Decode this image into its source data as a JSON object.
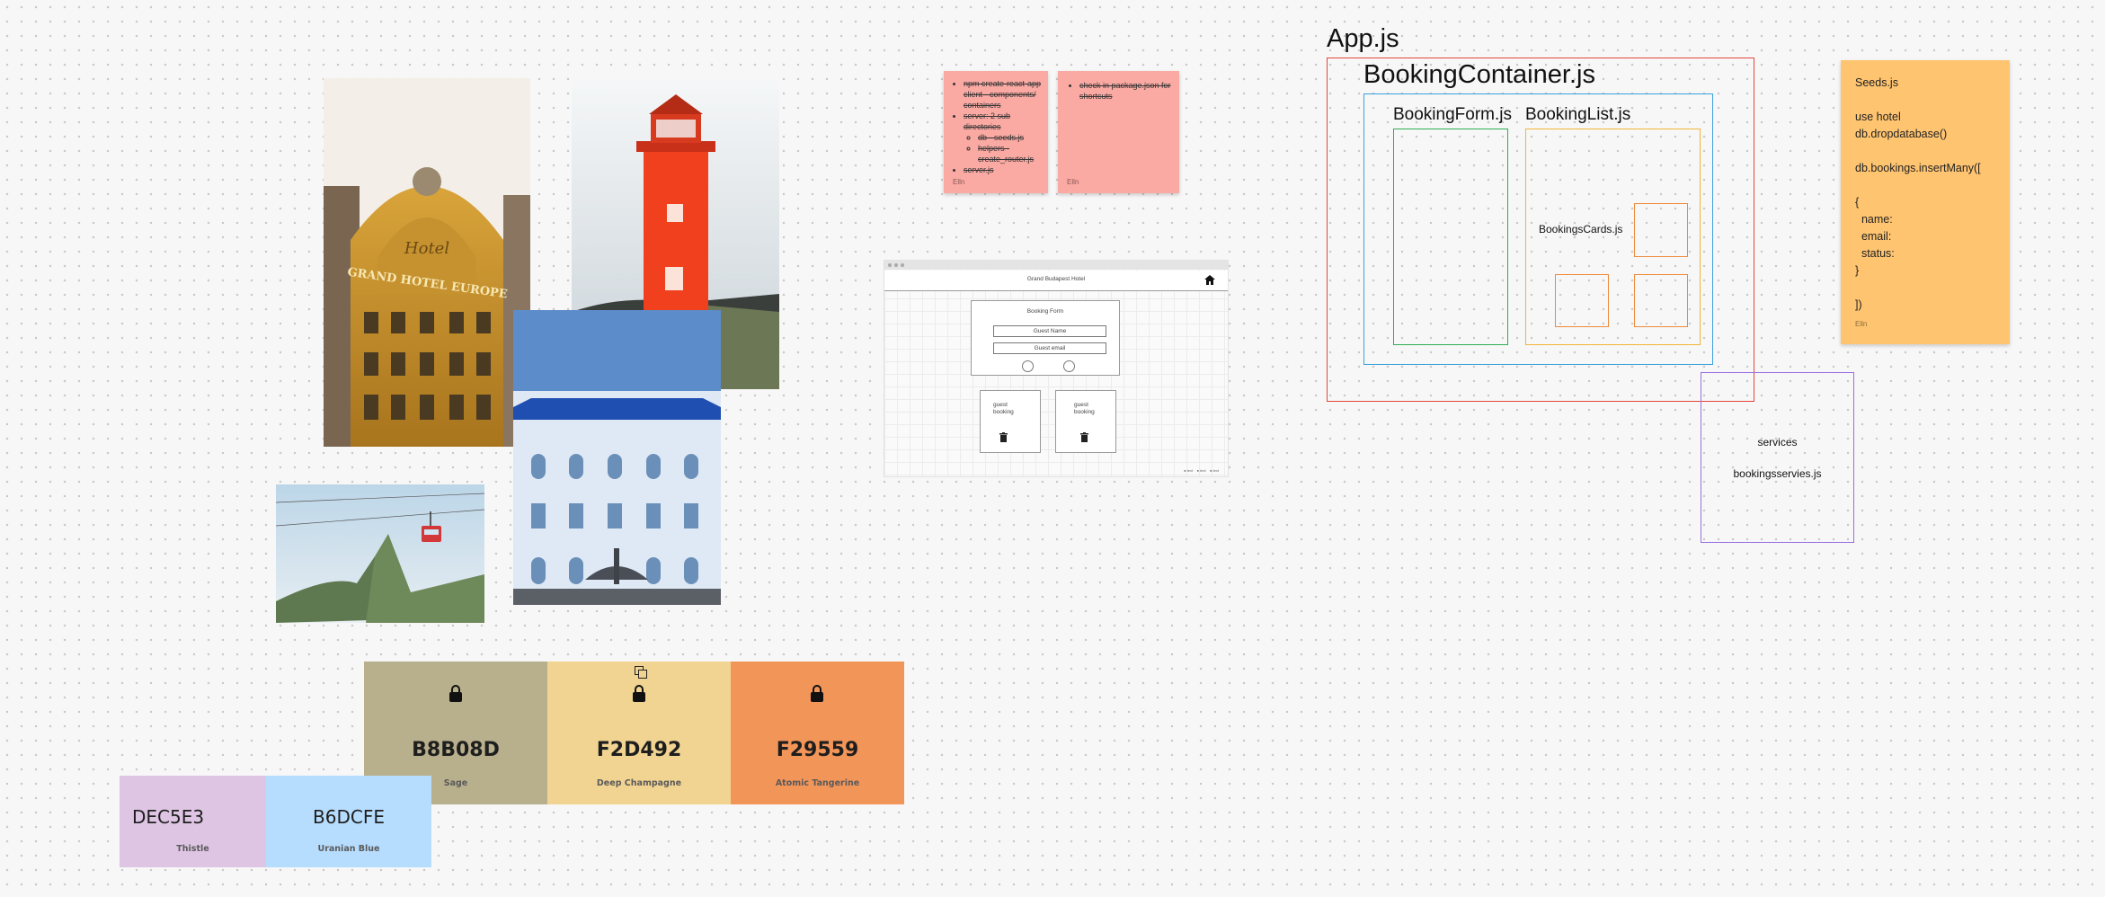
{
  "stickies": {
    "setup_notes": {
      "items": [
        "npm create-react-app client - components/ containers",
        "server: 2 sub directories"
      ],
      "subitems": [
        "db - seeds.js",
        "helpers - create_router.js"
      ],
      "last": "server.js",
      "author": "Elln"
    },
    "shortcut_note": {
      "items": [
        "check in package.json for shortcuts"
      ],
      "author": "Elln"
    },
    "seeds": {
      "lines": [
        "Seeds.js",
        "",
        "use hotel",
        "db.dropdatabase()",
        "",
        "db.bookings.insertMany([",
        "",
        "{",
        "  name:",
        "  email:",
        "  status:",
        "}",
        "",
        "])"
      ],
      "author": "Elln"
    }
  },
  "wireframe": {
    "header_title": "Grand Budapest Hotel",
    "form_title": "Booking Form",
    "name_placeholder": "Guest Name",
    "email_placeholder": "Guest email",
    "card_label": "guest booking",
    "footer_links": [
      "● text",
      "● text",
      "● text"
    ]
  },
  "diagram": {
    "app": "App.js",
    "container": "BookingContainer.js",
    "form": "BookingForm.js",
    "list": "BookingList.js",
    "cards": "BookingsCards.js",
    "services_title": "services",
    "services_file": "bookingsservies.js"
  },
  "palette": [
    {
      "hex": "B8B08D",
      "name": "Sage",
      "color": "#b8b08d"
    },
    {
      "hex": "F2D492",
      "name": "Deep Champagne",
      "color": "#f2d492"
    },
    {
      "hex": "F29559",
      "name": "Atomic Tangerine",
      "color": "#f29559"
    },
    {
      "hex": "DEC5E3",
      "name": "Thistle",
      "color": "#dec5e3"
    },
    {
      "hex": "B6DCFE",
      "name": "Uranian Blue",
      "color": "#b6dcfe"
    }
  ],
  "photos": {
    "hotel_europa": "GRAND HOTEL EUROPE",
    "hotel_sign": "Hotel"
  },
  "colors": {
    "sticky_pink": "#faa9a3",
    "sticky_orange": "#ffc470",
    "app_border": "#e5453b",
    "container_border": "#3aa0dc",
    "form_border": "#2fae55",
    "list_border": "#f2b53a",
    "cards_border": "#ee8a3a",
    "services_border": "#9a6fe0"
  },
  "icons": [
    "lock-icon",
    "home-icon",
    "trash-icon",
    "copy-icon"
  ]
}
